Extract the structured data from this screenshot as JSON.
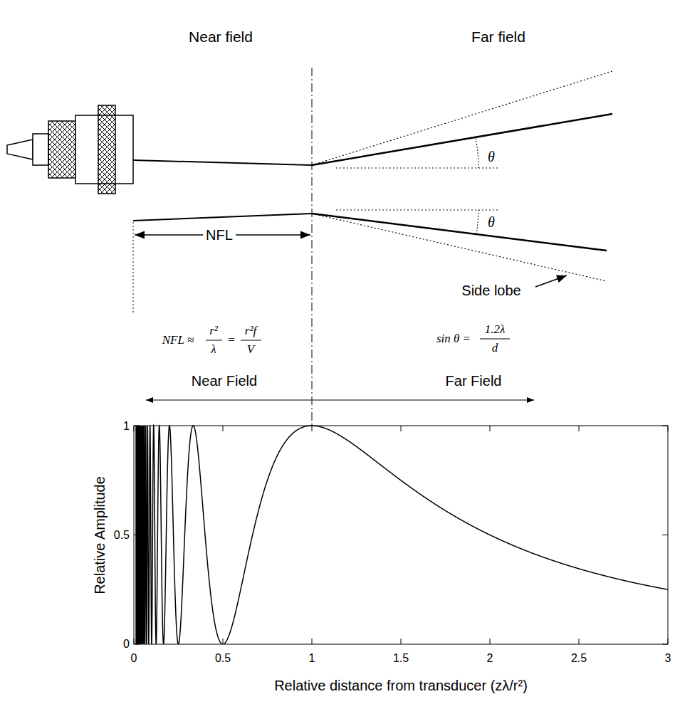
{
  "diagram": {
    "labels": [
      "Near field",
      "Far field",
      "θ",
      "θ",
      "NFL",
      "Side lobe",
      "NFL ≈",
      "r²",
      "λ",
      "=",
      "r²f",
      "V",
      "sin θ =",
      "1.2λ",
      "d",
      "Near Field",
      "Far Field",
      "Relative Amplitude",
      "Relative distance from transducer (zλ/r²)",
      "1",
      "0.5",
      "0",
      "0",
      "0.5",
      "1",
      "1.5",
      "2",
      "2.5",
      "3"
    ]
  }
}
